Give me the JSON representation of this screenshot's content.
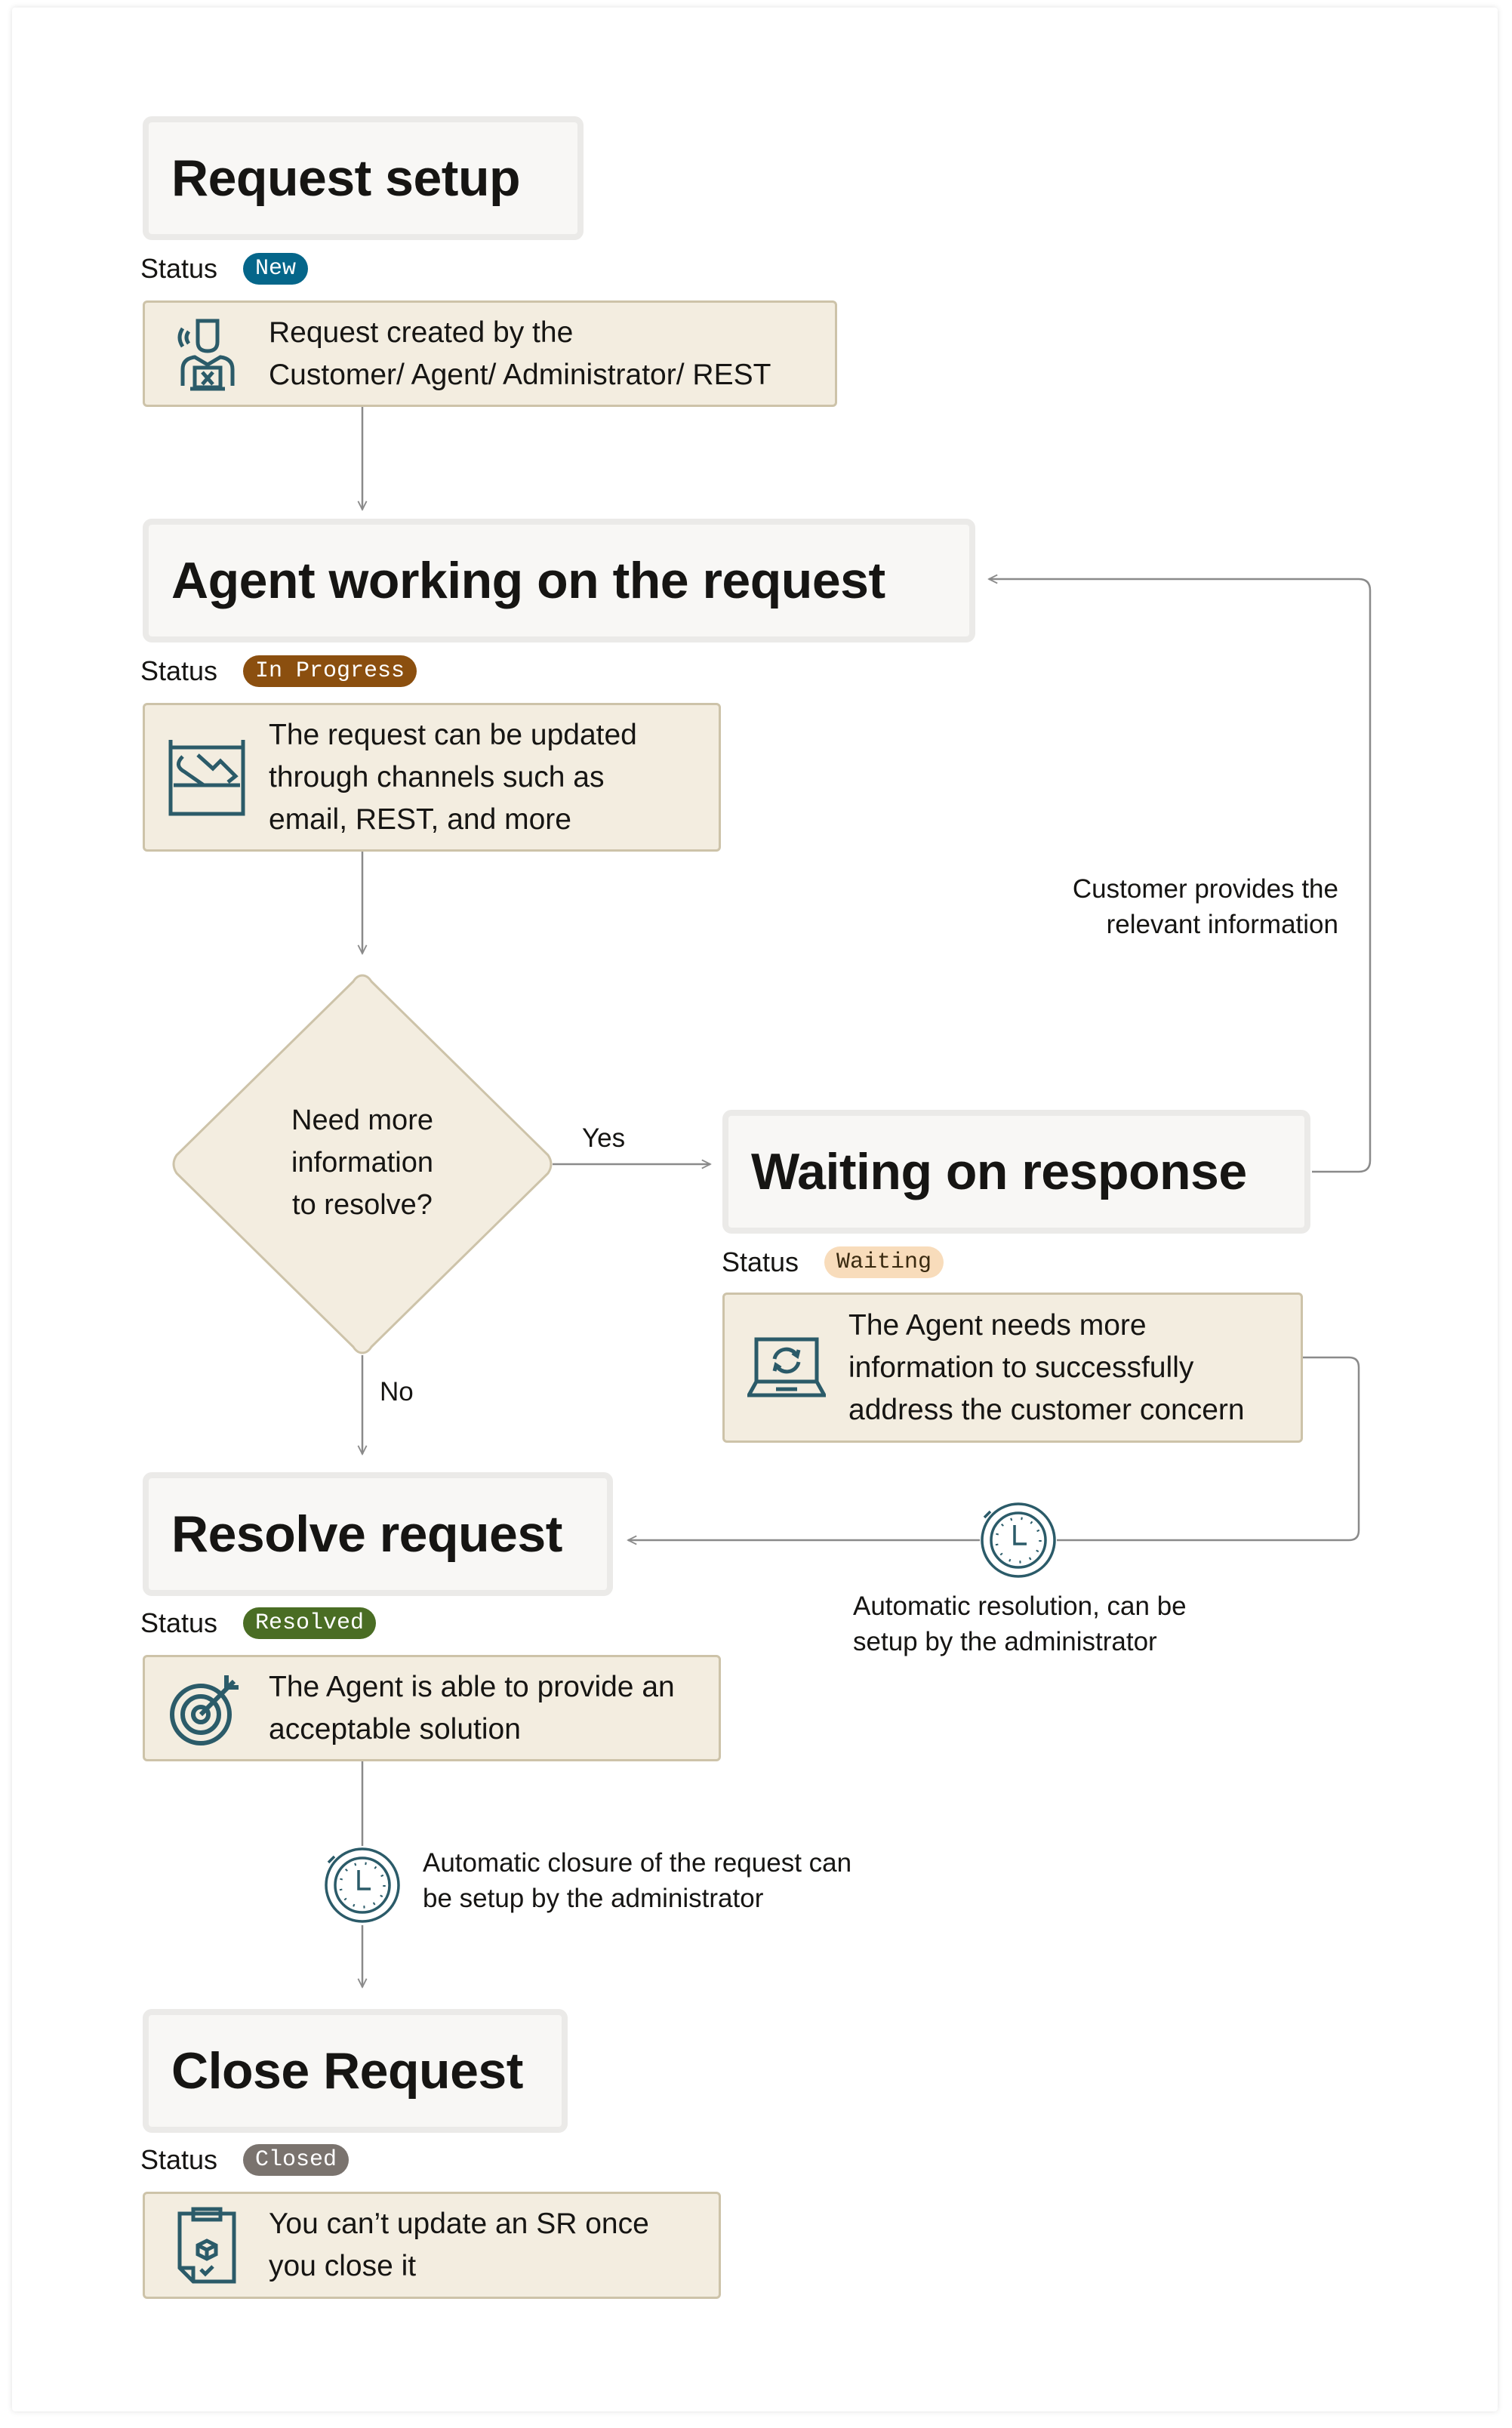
{
  "colors": {
    "icon": "#2b5b69",
    "desc_bg": "#f3ede0",
    "desc_border": "#cdc3a9",
    "title_bg": "#f8f7f5",
    "connector": "#8a8a8a"
  },
  "status_label": "Status",
  "steps": [
    {
      "title": "Request setup",
      "badge": {
        "label": "New",
        "bg": "#05668a",
        "fg": "#ffffff"
      },
      "icon": "agent-laptop-icon",
      "lines": [
        "Request created by the",
        "Customer/ Agent/ Administrator/ REST"
      ]
    },
    {
      "title": "Agent working on the request",
      "badge": {
        "label": "In Progress",
        "bg": "#8b4f0f",
        "fg": "#ffffff"
      },
      "icon": "tools-icon",
      "lines": [
        "The request can be updated",
        "through channels such as",
        "email, REST, and more"
      ]
    },
    {
      "title": "Waiting on response",
      "badge": {
        "label": "Waiting",
        "bg": "#f8dcbb",
        "fg": "#3a2a10"
      },
      "icon": "laptop-sync-icon",
      "lines": [
        "The Agent needs more",
        "information to successfully",
        "address the customer concern"
      ]
    },
    {
      "title": "Resolve request",
      "badge": {
        "label": "Resolved",
        "bg": "#4a6d24",
        "fg": "#ffffff"
      },
      "icon": "target-icon",
      "lines": [
        "The Agent is able to provide an",
        "acceptable solution"
      ]
    },
    {
      "title": "Close Request",
      "badge": {
        "label": "Closed",
        "bg": "#7a736e",
        "fg": "#ffffff"
      },
      "icon": "clipboard-icon",
      "lines": [
        "You can’t update an SR once",
        "you close it"
      ]
    }
  ],
  "decision": {
    "lines": [
      "Need more",
      "information",
      "to resolve?"
    ],
    "yes": "Yes",
    "no": "No"
  },
  "notes": {
    "customer_provides": [
      "Customer provides the",
      "relevant information"
    ],
    "auto_resolution": [
      "Automatic resolution, can be",
      "setup by the administrator"
    ],
    "auto_closure": [
      "Automatic closure of the request can",
      "be setup by the administrator"
    ]
  }
}
